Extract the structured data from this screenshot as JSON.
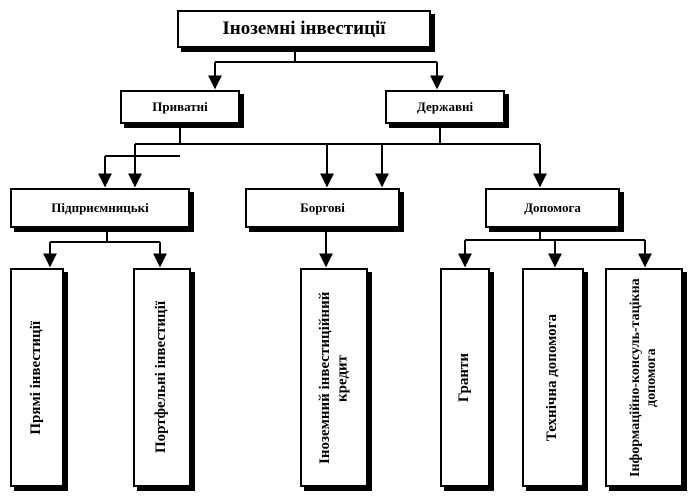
{
  "root": {
    "label": "Іноземні інвестиції"
  },
  "level1": [
    {
      "label": "Приватні"
    },
    {
      "label": "Державні"
    }
  ],
  "level2": [
    {
      "label": "Підприємницькі"
    },
    {
      "label": "Боргові"
    },
    {
      "label": "Допомога"
    }
  ],
  "leaves": [
    {
      "label": "Прямі інвестиції"
    },
    {
      "label": "Портфельні інвестиції"
    },
    {
      "label": "Іноземний інвестиційний  кредит"
    },
    {
      "label": "Гранти"
    },
    {
      "label": "Технічна допомога"
    },
    {
      "label": "Інформаційно-консуль-тацікна допомога"
    }
  ]
}
